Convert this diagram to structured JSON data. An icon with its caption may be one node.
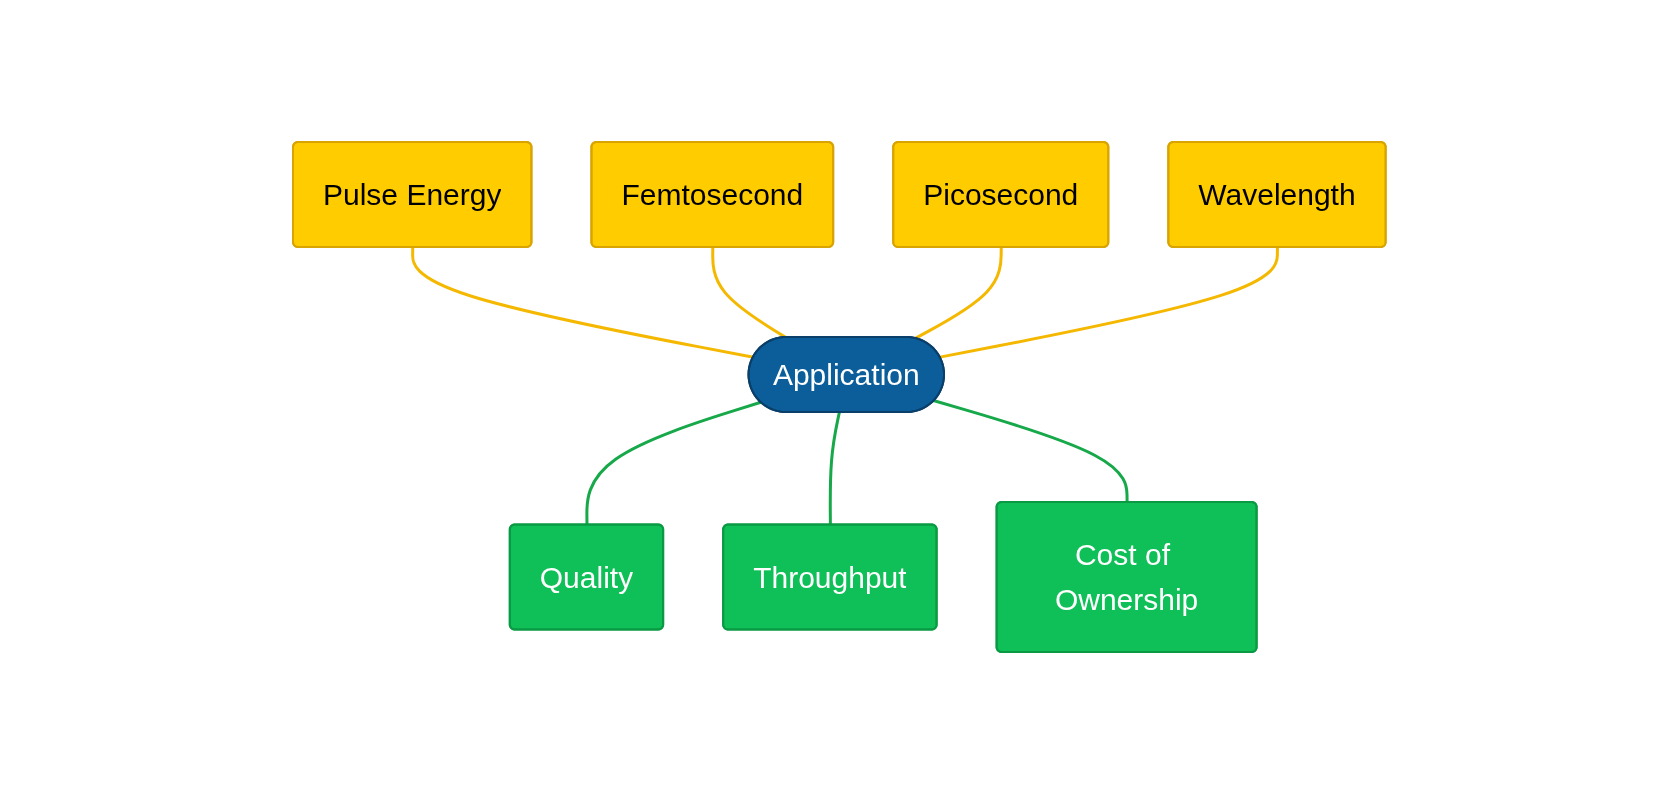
{
  "diagram": {
    "nodes": [
      {
        "text": [
          "Femtosecond"
        ]
      },
      {
        "text": [
          "Picosecond"
        ]
      },
      {
        "text": [
          "Pulse Energy"
        ]
      },
      {
        "text": [
          "Wavelength"
        ]
      },
      {
        "text": [
          "Application"
        ]
      },
      {
        "text": [
          "Quality"
        ]
      },
      {
        "text": [
          "Cost of Ownership"
        ]
      },
      {
        "text": [
          "Throughput"
        ]
      }
    ],
    "edges": [
      {
        "from": 2,
        "to": 4,
        "arrow": "none"
      },
      {
        "from": 0,
        "to": 4,
        "arrow": "none"
      },
      {
        "from": 1,
        "to": 4,
        "arrow": "none"
      },
      {
        "from": 3,
        "to": 4,
        "arrow": "none"
      },
      {
        "from": 4,
        "to": 5,
        "arrow": "none",
        "color": "#17a84a"
      },
      {
        "from": 4,
        "to": 7,
        "arrow": "none",
        "color": "#17a84a"
      },
      {
        "from": 4,
        "to": 6,
        "arrow": "none",
        "color": "#17a84a"
      }
    ]
  }
}
